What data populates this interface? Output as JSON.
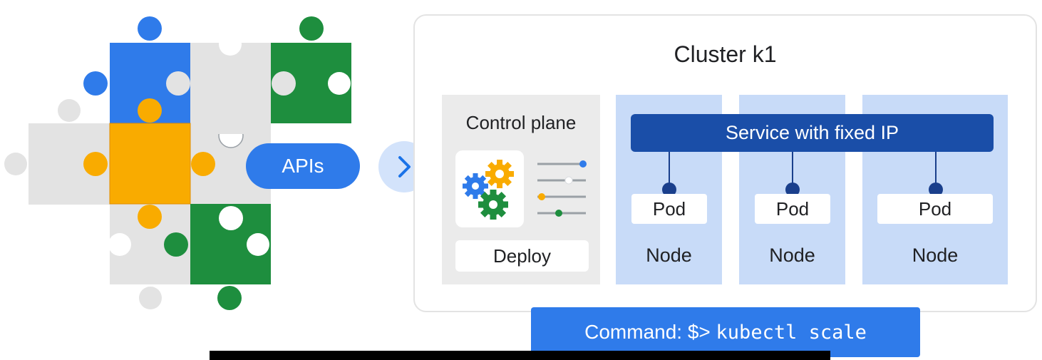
{
  "left_panel": {
    "apis_label": "APIs",
    "chevron_icon": "chevron-right-icon",
    "colors": {
      "blue": "#2f7bea",
      "green": "#1e8e3e",
      "yellow": "#f9ab00",
      "gray": "#e3e3e3"
    }
  },
  "cluster": {
    "title": "Cluster k1",
    "control_plane": {
      "title": "Control plane",
      "deploy_label": "Deploy",
      "gears_icon": "gears-icon",
      "sliders_icon": "sliders-icon"
    },
    "service_label": "Service with fixed IP",
    "nodes": [
      {
        "pod_label": "Pod",
        "node_label": "Node"
      },
      {
        "pod_label": "Pod",
        "node_label": "Node"
      },
      {
        "pod_label": "Pod",
        "node_label": "Node"
      }
    ],
    "colors": {
      "node_bg": "#c8dbf8",
      "service_bg": "#1a4ea8",
      "control_bg": "#ebebeb"
    }
  },
  "command": {
    "prefix": "Command: $> ",
    "code": "kubectl scale"
  }
}
